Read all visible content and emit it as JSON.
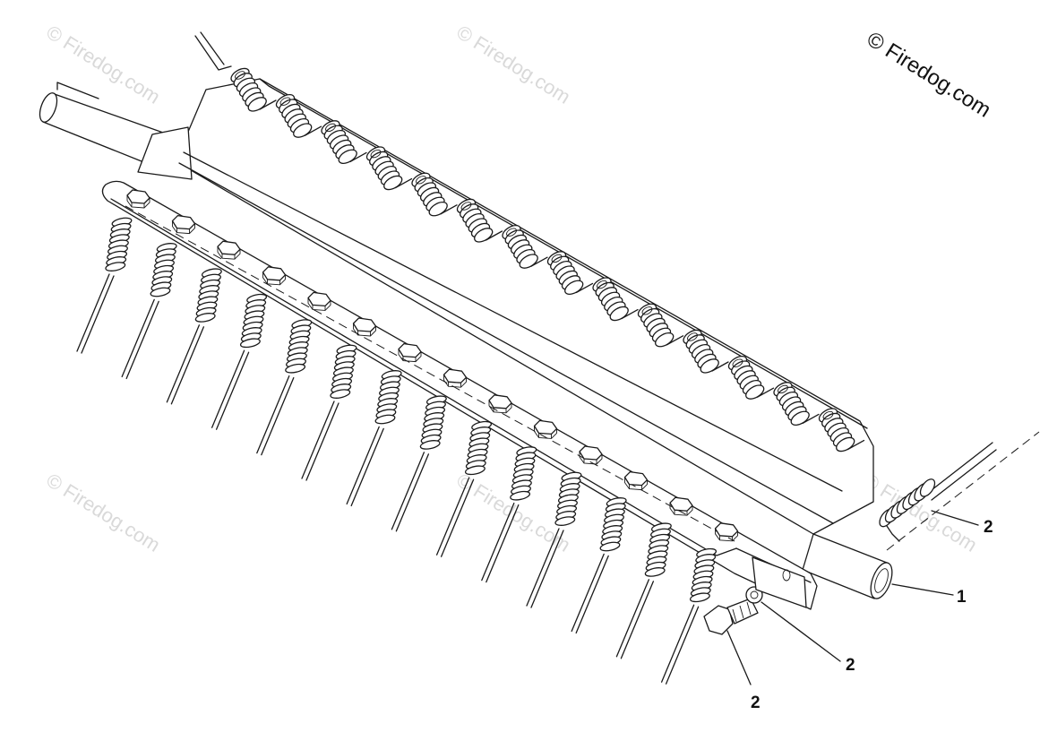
{
  "copyright": "© Firedog.com",
  "watermark": "© Firedog.com",
  "callouts": [
    {
      "id": "shaft",
      "label": "1"
    },
    {
      "id": "spring",
      "label": "2"
    },
    {
      "id": "lock-washer",
      "label": "2"
    },
    {
      "id": "bolt",
      "label": "2"
    }
  ]
}
